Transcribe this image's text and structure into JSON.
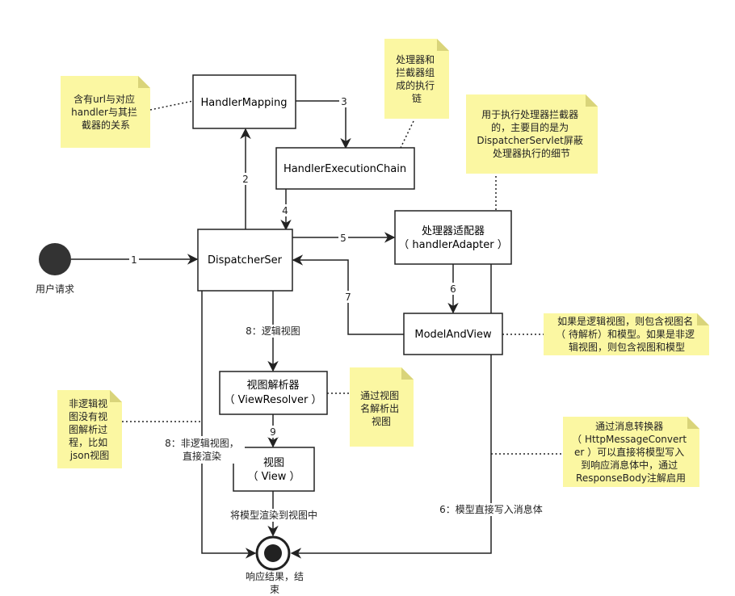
{
  "nodes": {
    "handler_mapping": "HandlerMapping",
    "handler_execution_chain": "HandlerExecutionChain",
    "dispatcher": "DispatcherSer",
    "adapter": [
      "处理器适配器",
      "（ handlerAdapter ）"
    ],
    "model_and_view": "ModelAndView",
    "view_resolver": [
      "视图解析器",
      "（ ViewResolver ）"
    ],
    "view": [
      "视图",
      "（ View ）"
    ],
    "user_request": "用户请求",
    "response_end": [
      "响应结果，结",
      "束"
    ]
  },
  "edges": {
    "e1": "1",
    "e2": "2",
    "e3": "3",
    "e4": "4",
    "e5": "5",
    "e6": "6",
    "e7": "7",
    "e8_logic": "8：逻辑视图",
    "e8_nonlogic": [
      "8：非逻辑视图，",
      "直接渲染"
    ],
    "e9": "9",
    "render": "将模型渲染到视图中",
    "e6_direct": "6：模型直接写入消息体"
  },
  "notes": {
    "mapping_note": [
      "含有url与对应",
      "handler与其拦",
      "截器的关系"
    ],
    "chain_note": [
      "处理器和",
      "拦截器组",
      "成的执行",
      "链"
    ],
    "adapter_note": [
      "用于执行处理器拦截器",
      "的，主要目的是为",
      "DispatcherServlet屏蔽",
      "处理器执行的细节"
    ],
    "mav_note": [
      "如果是逻辑视图，则包含视图名",
      "（ 待解析）和模型。如果是非逻",
      "辑视图，则包含视图和模型"
    ],
    "resolver_note": [
      "通过视图",
      "名解析出",
      "视图"
    ],
    "nonlogic_note": [
      "非逻辑视",
      "图没有视",
      "图解析过",
      "程，比如",
      "json视图"
    ],
    "converter_note": [
      "通过消息转换器",
      "（ HttpMessageConvert",
      "er ）可以直接将模型写入",
      "到响应消息体中，通过",
      "ResponseBody注解启用"
    ]
  },
  "colors": {
    "note_fill": "#fbf7a2",
    "note_fold": "#d9d47a",
    "line": "#222222",
    "box_border": "#222222"
  }
}
